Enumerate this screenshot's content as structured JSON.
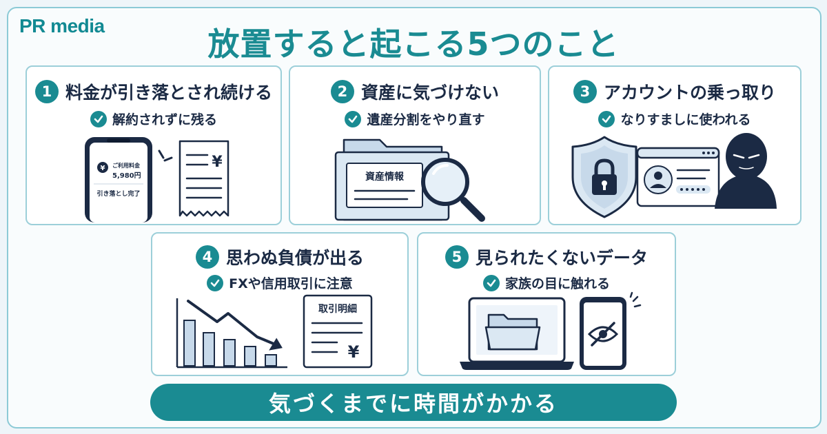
{
  "brand": "PR media",
  "title": "放置すると起こる5つのこと",
  "cards": [
    {
      "num": "1",
      "title": "料金が引き落とされ続ける",
      "sub": "解約されずに残る",
      "phone": {
        "label": "ご利用料金",
        "amount": "5,980円",
        "status": "引き落とし完了",
        "currency": "¥"
      },
      "receipt_symbol": "¥"
    },
    {
      "num": "2",
      "title": "資産に気づけない",
      "sub": "遺産分割をやり直す",
      "folder_label": "資産情報"
    },
    {
      "num": "3",
      "title": "アカウントの乗っ取り",
      "sub": "なりすましに使われる"
    },
    {
      "num": "4",
      "title": "思わぬ負債が出る",
      "sub": "FXや信用取引に注意",
      "doc_label": "取引明細",
      "doc_symbol": "¥"
    },
    {
      "num": "5",
      "title": "見られたくないデータ",
      "sub": "家族の目に触れる"
    }
  ],
  "banner": "気づくまでに時間がかかる",
  "colors": {
    "accent": "#1a8b92",
    "navy": "#1b2a44",
    "light": "#dbe8f3",
    "border": "#9ccfd9"
  },
  "icons": [
    "check-icon",
    "phone-icon",
    "receipt-icon",
    "folder-icon",
    "magnifier-icon",
    "shield-lock-icon",
    "profile-window-icon",
    "hacker-icon",
    "declining-chart-icon",
    "statement-icon",
    "laptop-icon",
    "hidden-eye-phone-icon"
  ]
}
